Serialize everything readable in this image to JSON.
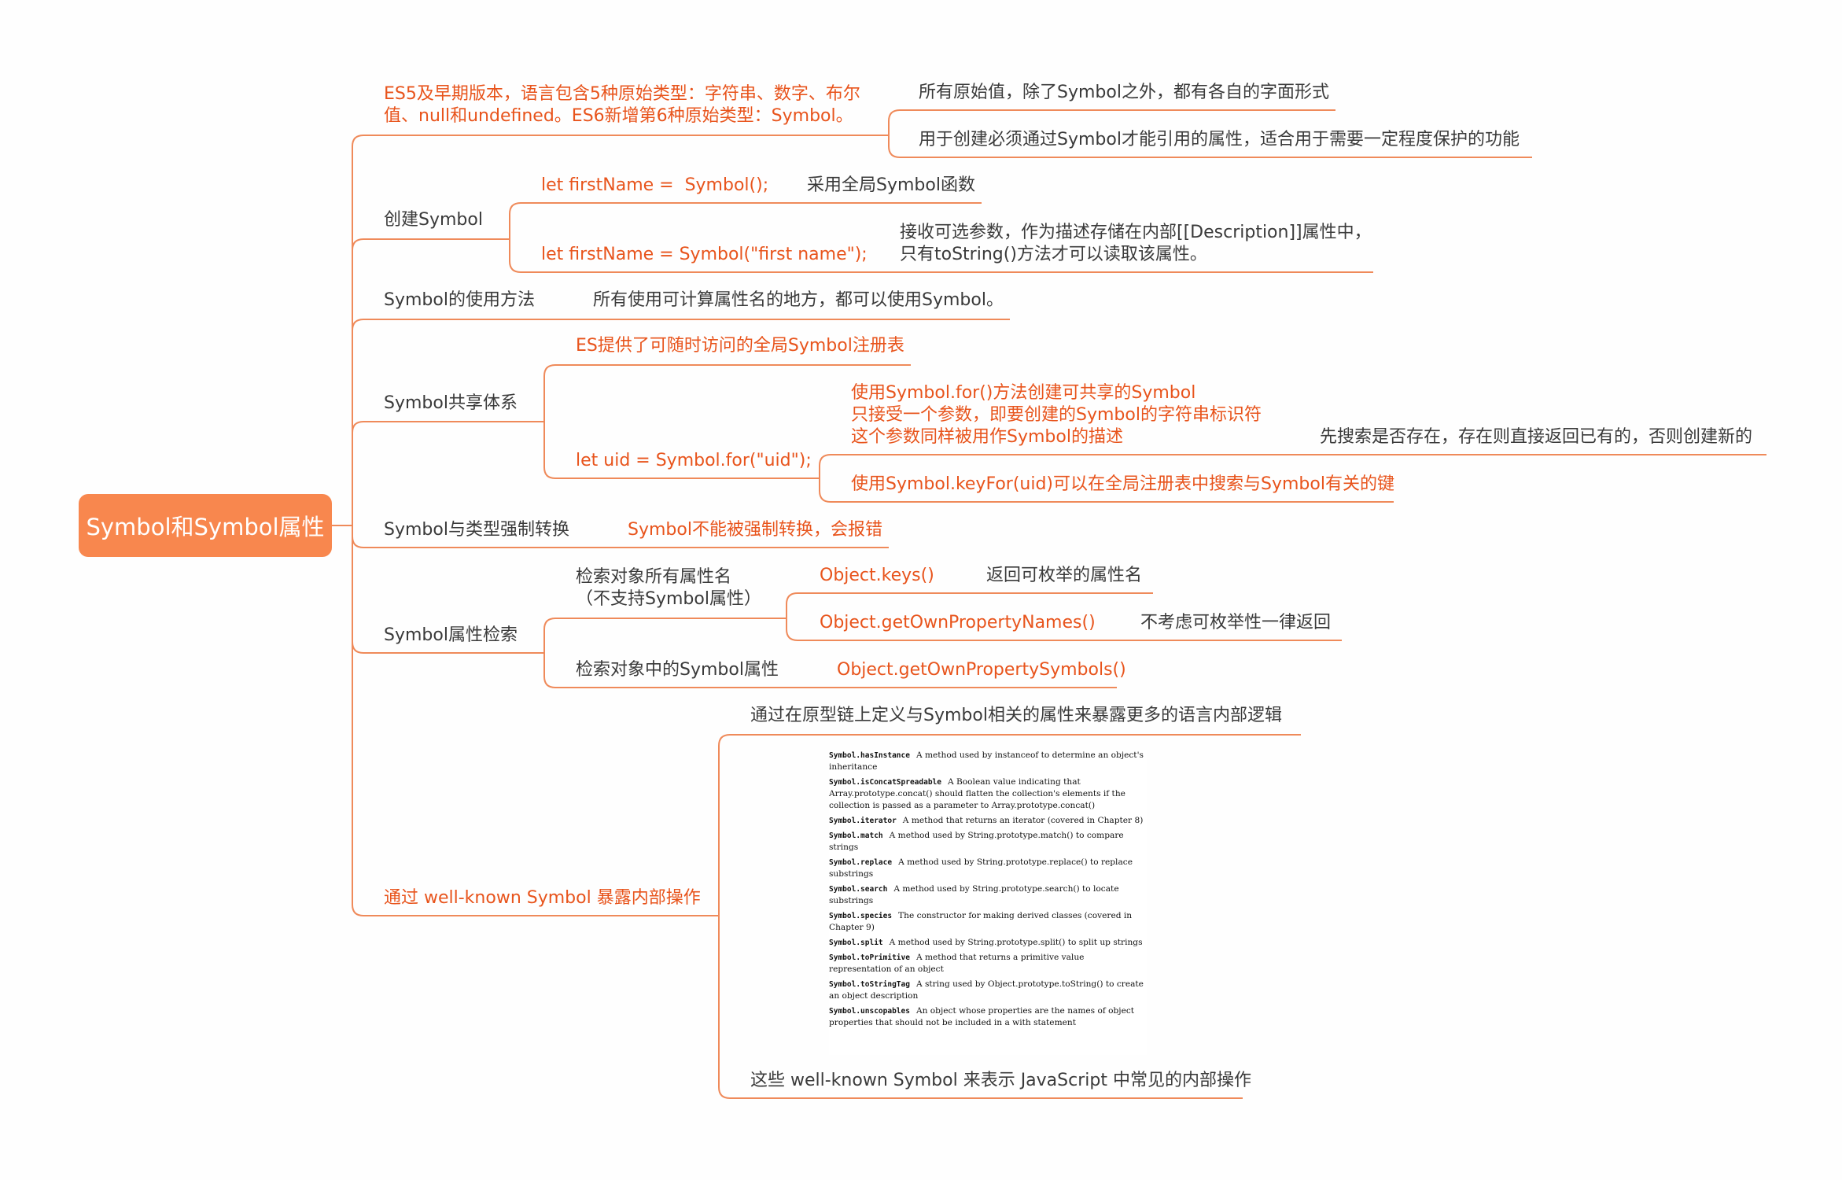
{
  "title": "Symbol和Symbol属性",
  "colors": {
    "branch": "#ef8a5a",
    "highlight": "#e8541c",
    "text": "#3a3a3a",
    "root_bg": "#f8874e"
  },
  "branches": {
    "primitives": {
      "label": "ES5及早期版本，语言包含5种原始类型：字符串、数字、布尔\n值、null和undefined。ES6新增第6种原始类型：Symbol。",
      "children": [
        "所有原始值，除了Symbol之外，都有各自的字面形式",
        "用于创建必须通过Symbol才能引用的属性，适合用于需要一定程度保护的功能"
      ]
    },
    "create": {
      "label": "创建Symbol",
      "code1": "let firstName =  Symbol();",
      "code1_note": "采用全局Symbol函数",
      "code2": "let firstName = Symbol(\"first name\");",
      "code2_note": "接收可选参数，作为描述存储在内部[[Description]]属性中，\n只有toString()方法才可以读取该属性。"
    },
    "usage": {
      "label": "Symbol的使用方法",
      "note": "所有使用可计算属性名的地方，都可以使用Symbol。"
    },
    "sharing": {
      "label": "Symbol共享体系",
      "registry": "ES提供了可随时访问的全局Symbol注册表",
      "code": "let uid = Symbol.for(\"uid\");",
      "for_desc": "使用Symbol.for()方法创建可共享的Symbol\n只接受一个参数，即要创建的Symbol的字符串标识符\n这个参数同样被用作Symbol的描述",
      "for_note": "先搜索是否存在，存在则直接返回已有的，否则创建新的",
      "keyfor": "使用Symbol.keyFor(uid)可以在全局注册表中搜索与Symbol有关的键"
    },
    "coercion": {
      "label": "Symbol与类型强制转换",
      "note": "Symbol不能被强制转换，会报错"
    },
    "retrieval": {
      "label": "Symbol属性检索",
      "all_names": "检索对象所有属性名\n（不支持Symbol属性）",
      "keys": "Object.keys()",
      "keys_note": "返回可枚举的属性名",
      "own_names": "Object.getOwnPropertyNames()",
      "own_names_note": "不考虑可枚举性一律返回",
      "symbol_props": "检索对象中的Symbol属性",
      "own_symbols": "Object.getOwnPropertySymbols()"
    },
    "wellknown": {
      "label": "通过 well-known Symbol 暴露内部操作",
      "note1": "通过在原型链上定义与Symbol相关的属性来暴露更多的语言内部逻辑",
      "note2": "这些 well-known Symbol 来表示 JavaScript 中常见的内部操作",
      "doc": [
        {
          "key": "Symbol.hasInstance",
          "desc": "A method used by instanceof to determine an object's inheritance"
        },
        {
          "key": "Symbol.isConcatSpreadable",
          "desc": "A Boolean value indicating that Array.prototype.concat() should flatten the collection's elements if the collection is passed as a parameter to Array.prototype.concat()"
        },
        {
          "key": "Symbol.iterator",
          "desc": "A method that returns an iterator (covered in Chapter 8)"
        },
        {
          "key": "Symbol.match",
          "desc": "A method used by String.prototype.match() to compare strings"
        },
        {
          "key": "Symbol.replace",
          "desc": "A method used by String.prototype.replace() to replace substrings"
        },
        {
          "key": "Symbol.search",
          "desc": "A method used by String.prototype.search() to locate substrings"
        },
        {
          "key": "Symbol.species",
          "desc": "The constructor for making derived classes (covered in Chapter 9)"
        },
        {
          "key": "Symbol.split",
          "desc": "A method used by String.prototype.split() to split up strings"
        },
        {
          "key": "Symbol.toPrimitive",
          "desc": "A method that returns a primitive value representation of an object"
        },
        {
          "key": "Symbol.toStringTag",
          "desc": "A string used by Object.prototype.toString() to create an object description"
        },
        {
          "key": "Symbol.unscopables",
          "desc": "An object whose properties are the names of object properties that should not be included in a with statement"
        }
      ]
    }
  }
}
